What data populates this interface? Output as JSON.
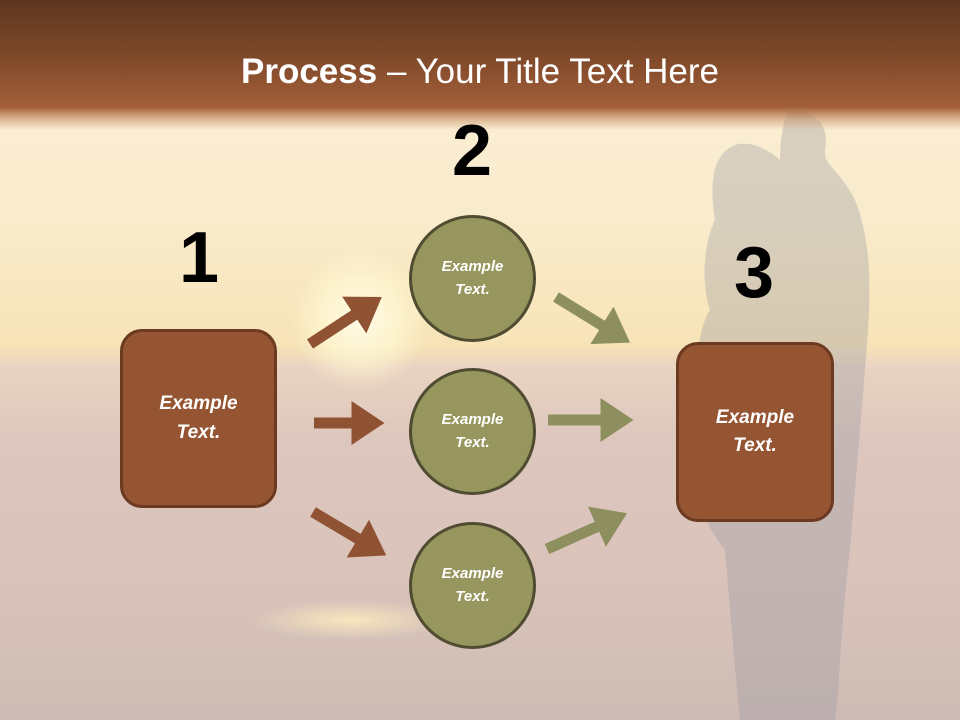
{
  "title": {
    "bold": "Process",
    "rest": " – Your Title Text Here"
  },
  "steps": [
    {
      "number": "1"
    },
    {
      "number": "2"
    },
    {
      "number": "3"
    }
  ],
  "left_box": {
    "line1": "Example",
    "line2": "Text."
  },
  "circles": [
    {
      "line1": "Example",
      "line2": "Text."
    },
    {
      "line1": "Example",
      "line2": "Text."
    },
    {
      "line1": "Example",
      "line2": "Text."
    }
  ],
  "right_box": {
    "line1": "Example",
    "line2": "Text."
  },
  "colors": {
    "brown": "#955432",
    "olive": "#97965f",
    "brown_arrow": "#8f5232",
    "olive_arrow": "#8d8f5e"
  }
}
